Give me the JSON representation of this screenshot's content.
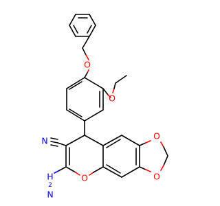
{
  "molecule": {
    "colors": {
      "carbon": "#000000",
      "oxygen": "#ff0000",
      "nitrogen": "#0000ff",
      "background": "#ffffff"
    },
    "atom_labels": {
      "ether_o_top": "O",
      "ethoxy_o": "O",
      "nitrile_n": "N",
      "dioxole_o_upper": "O",
      "dioxole_o_lower": "O",
      "pyran_o": "O",
      "amine_line1": "H",
      "amine_line2": "2",
      "amine_line3": "N"
    }
  }
}
